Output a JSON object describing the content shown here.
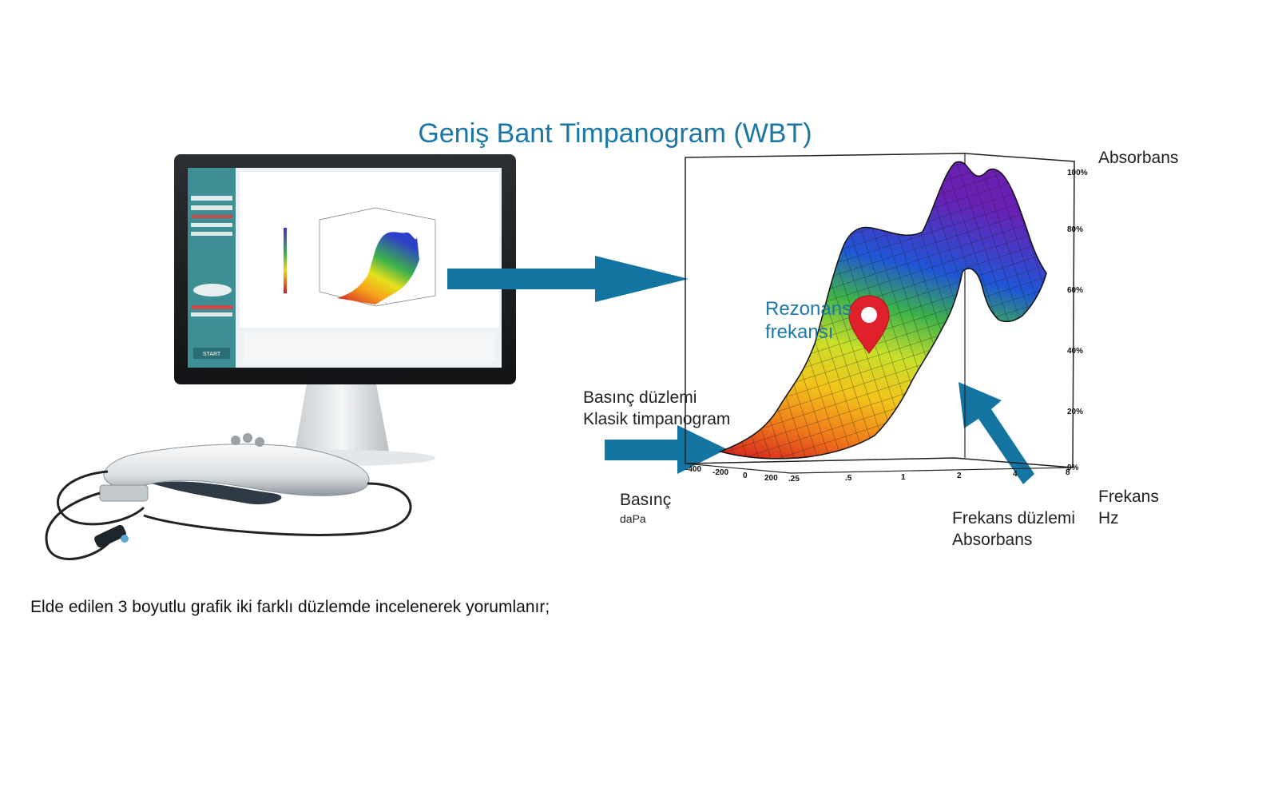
{
  "title": "Geniş Bant Timpanogram (WBT)",
  "caption": "Elde edilen 3 boyutlu grafik iki farklı düzlemde incelenerek yorumlanır;",
  "labels": {
    "absorbans_axis": "Absorbans",
    "rezonans_line1": "Rezonans",
    "rezonans_line2": "frekansı",
    "basinc_plane_line1": "Basınç düzlemi",
    "basinc_plane_line2": "Klasik timpanogram",
    "basinc_axis": "Basınç",
    "basinc_unit": "daPa",
    "frekans_axis": "Frekans",
    "frekans_unit": "Hz",
    "frekans_plane_line1": "Frekans düzlemi",
    "frekans_plane_line2": "Absorbans"
  },
  "axes": {
    "absorbans_ticks": [
      "100%",
      "80%",
      "60%",
      "40%",
      "20%",
      "0%"
    ],
    "pressure_ticks": [
      "-400",
      "-200",
      "0",
      "200"
    ],
    "frequency_ticks": [
      ".25",
      ".5",
      "1",
      "2",
      "4",
      "8"
    ]
  },
  "software": {
    "start_label": "START"
  },
  "colors": {
    "title": "#1a77a5",
    "arrow": "#1474a2",
    "marker": "#e0202a"
  }
}
